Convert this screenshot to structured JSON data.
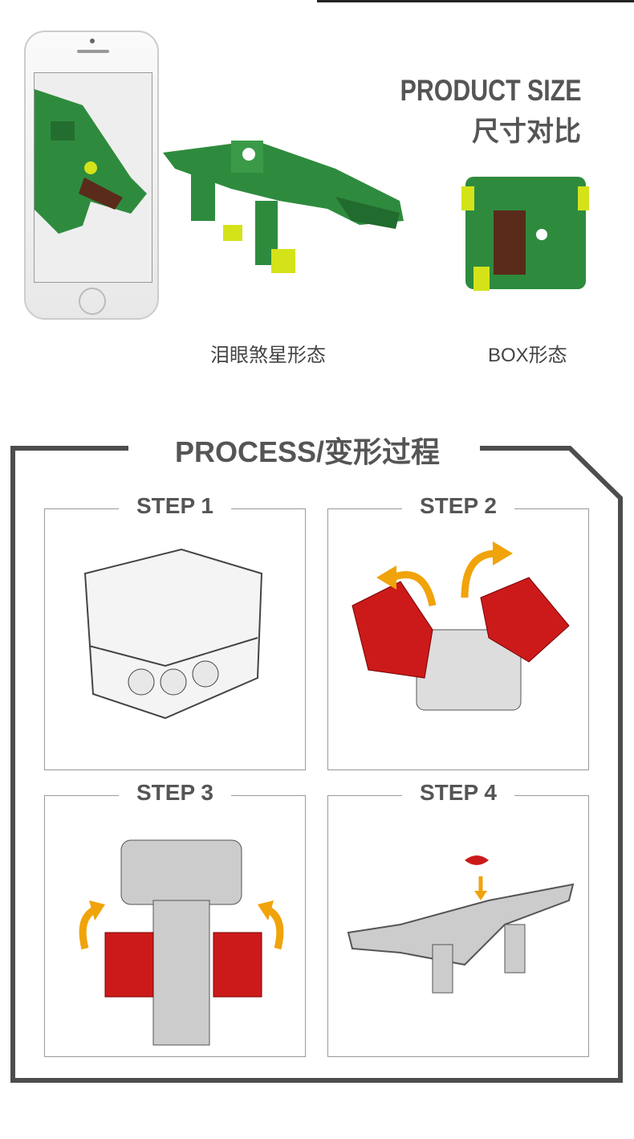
{
  "product_size": {
    "title": "PRODUCT SIZE",
    "subtitle": "尺寸对比"
  },
  "forms": {
    "crocodile_label": "泪眼煞星形态",
    "box_label": "BOX形态"
  },
  "process": {
    "title": "PROCESS/变形过程",
    "steps": [
      {
        "label": "STEP 1"
      },
      {
        "label": "STEP 2"
      },
      {
        "label": "STEP 3"
      },
      {
        "label": "STEP 4"
      }
    ]
  },
  "colors": {
    "toy_green": "#2e8b3e",
    "accent_yellow": "#d4e21a",
    "part_red": "#cc1a1a",
    "arrow_orange": "#f0a30a",
    "frame": "#4d4d4d"
  }
}
